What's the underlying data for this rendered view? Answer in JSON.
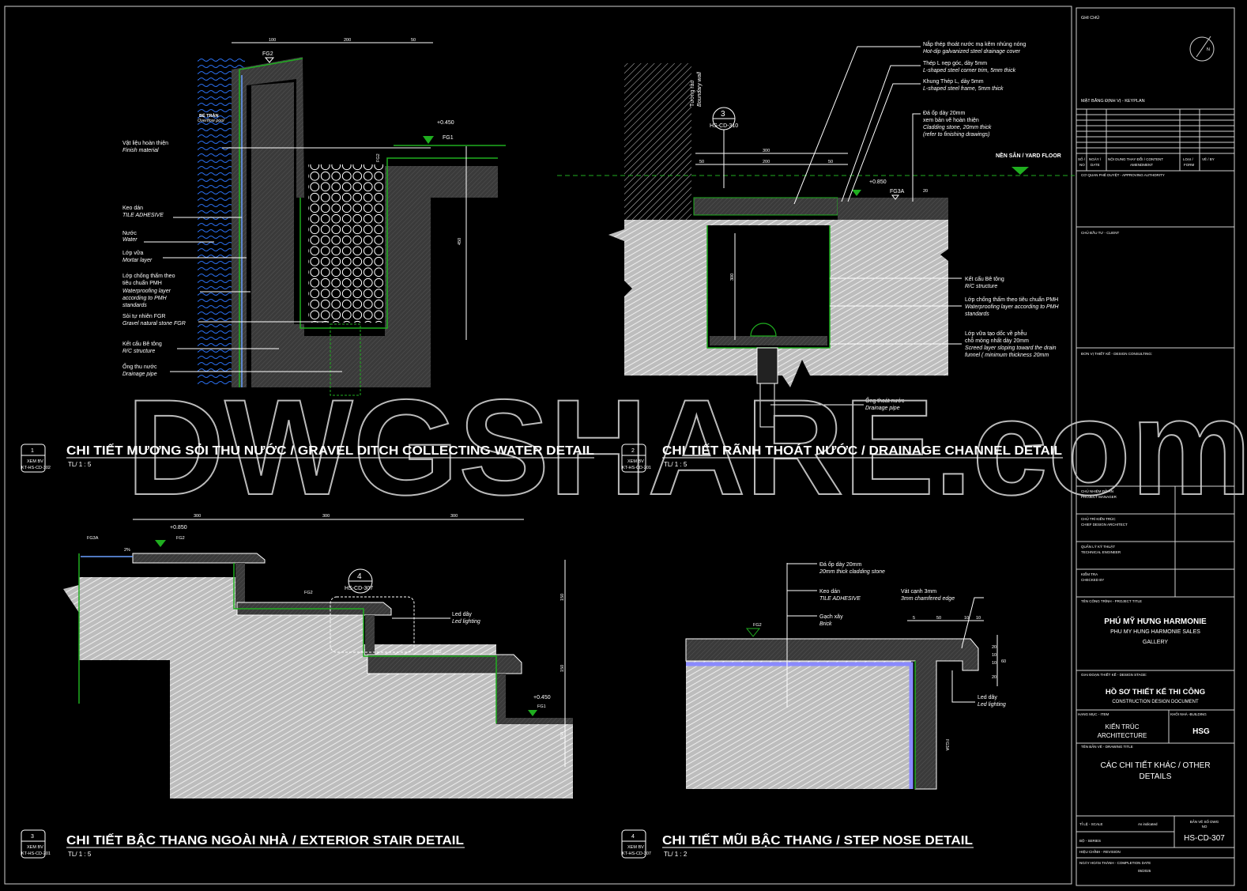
{
  "watermark": "DWGSHARE.com",
  "detail1": {
    "number": "1",
    "ref_label": "XEM BV",
    "ref_sheet": "KT-HS-CD-302",
    "title": "CHI TIẾT MƯƠNG SỎI THU NƯỚC / GRAVEL DITCH COLLECTING WATER DETAIL",
    "scale": "TL/ 1 : 5",
    "pool_vi": "BỂ TRÀN",
    "pool_en": "Overflow pool",
    "level": "+0.450",
    "tag_fg2": "FG2",
    "tag_fg1": "FG1",
    "tag_fg2b": "FG2",
    "dims": [
      "100",
      "200",
      "50",
      "450"
    ],
    "labels": [
      {
        "vi": "Vật liệu hoàn thiện",
        "en": "Finish material"
      },
      {
        "vi": "Keo dán",
        "en": "TILE ADHESIVE"
      },
      {
        "vi": "Nước",
        "en": "Water"
      },
      {
        "vi": "Lớp vữa",
        "en": "Mortar layer"
      },
      {
        "vi": "Lớp chống thấm theo",
        "vi2": "tiêu chuẩn PMH",
        "en": "Waterproofing layer",
        "en2": "according to PMH",
        "en3": "standards"
      },
      {
        "vi": "Sỏi tự nhiên FGR",
        "en": "Gravel natural stone FGR"
      },
      {
        "vi": "Kết cấu Bê tông",
        "en": "R/C structure"
      },
      {
        "vi": "Ống thu nước",
        "en": "Drainage pipe"
      }
    ]
  },
  "detail2": {
    "number": "2",
    "ref_label": "XEM BV",
    "ref_sheet": "KT-HS-CD-201",
    "title": "CHI TIẾT RÃNH THOÁT NƯỚC / DRAINAGE CHANNEL DETAIL",
    "scale": "TL/ 1 : 5",
    "wall_vi": "Tường rào",
    "wall_en": "Boundary wall",
    "callout_number": "3",
    "callout_sheet": "HS-CD-310",
    "level": "+0.850",
    "tag": "FG3A",
    "yard_floor": "NỀN SÂN / YARD FLOOR",
    "dims": [
      "300",
      "50",
      "200",
      "50",
      "20",
      "300"
    ],
    "labels": [
      {
        "vi": "Nắp thép thoát nước mạ kẽm nhúng nóng",
        "en": "Hot-dip galvanized steel drainage cover"
      },
      {
        "vi": "Thép L nẹp góc, dày 5mm",
        "en": "L-shaped steel corner trim, 5mm thick"
      },
      {
        "vi": "Khung Thép L, dày 5mm",
        "en": "L-shaped steel frame, 5mm thick"
      },
      {
        "vi": "Đá ốp dày 20mm",
        "vi2": "xem bản vẽ hoàn thiện",
        "en": "Cladding stone, 20mm thick",
        "en2": "(refer to finishing drawings)"
      },
      {
        "vi": "Kết cấu Bê tông",
        "en": "R/C structure"
      },
      {
        "vi": "Lớp chống thấm theo tiêu chuẩn PMH",
        "en": "Waterproofing layer according to PMH",
        "en2": "standards"
      },
      {
        "vi": "Lớp vữa tạo dốc về phễu",
        "vi2": "chỗ mỏng nhất dày 20mm",
        "en": "Screed layer sloping toward the drain",
        "en2": "funnel ( minimum thickness 20mm"
      },
      {
        "vi": "Ống thoát nước",
        "en": "Drainage pipe"
      }
    ]
  },
  "detail3": {
    "number": "3",
    "ref_label": "XEM BV",
    "ref_sheet": "KT-HS-CD-201",
    "title": "CHI TIẾT BẬC THANG NGOÀI NHÀ / EXTERIOR STAIR DETAIL",
    "scale": "TL/ 1 : 5",
    "level_top": "+0.850",
    "level_bottom": "+0.450",
    "tag_fg3a": "FG3A",
    "tag_fg2": "FG2",
    "tag_fg1": "FG1",
    "callout_number": "4",
    "callout_sheet": "HS-CD-307",
    "led_vi": "Led dây",
    "led_en": "Led lighting",
    "dims": [
      "300",
      "300",
      "300",
      "150",
      "150",
      "150",
      "2%"
    ]
  },
  "detail4": {
    "number": "4",
    "ref_label": "XEM BV",
    "ref_sheet": "KT-HS-CD-307",
    "title": "CHI TIẾT MŨI BẬC THANG / STEP NOSE DETAIL",
    "scale": "TL/ 1 : 2",
    "tag_fg2": "FG2",
    "tag_fg3a": "FG3A",
    "labels": [
      {
        "vi": "Đá ốp dày 20mm",
        "en": "20mm thick cladding stone"
      },
      {
        "vi": "Keo dán",
        "en": "TILE ADHESIVE"
      },
      {
        "vi": "Gạch xây",
        "en": "Brick"
      },
      {
        "vi": "Vát cạnh 3mm",
        "en": "3mm chamfered edge"
      },
      {
        "vi": "Led dây",
        "en": "Led lighting"
      }
    ],
    "dims": [
      "5",
      "50",
      "10",
      "10",
      "20",
      "10",
      "10",
      "20",
      "60"
    ]
  },
  "title_block": {
    "notes": "GHI CHÚ",
    "north": "N",
    "keyplan": "MẶT BẰNG ĐỊNH VỊ - KEYPLAN",
    "rev_headers": [
      {
        "l1": "SỐ /",
        "l2": "NO"
      },
      {
        "l1": "NGÀY /",
        "l2": "DATE"
      },
      {
        "l1": "NỘI DUNG THAY ĐỔI / CONTENT",
        "l2": "AMENDMENT"
      },
      {
        "l1": "LOẠI /",
        "l2": "FORM"
      },
      {
        "l1": "VẼ / BY",
        "l2": ""
      }
    ],
    "approving": "CƠ QUAN PHÊ DUYỆT - APPROVING AUTHORITY",
    "client": "CHỦ ĐẦU TƯ - CLIENT",
    "consulting": "ĐƠN VỊ THIẾT KẾ - DESIGN CONSULTING:",
    "roles": [
      {
        "vi": "CHỦ NHIỆM ĐỒ ÁN",
        "en": "PROJECT MANAGER"
      },
      {
        "vi": "CHỦ TRÌ KIẾN TRÚC",
        "en": "CHIEF DESIGN ARCHITECT"
      },
      {
        "vi": "QUẢN LÝ KỸ THUẬT",
        "en": "TECHNICAL ENGINEER"
      },
      {
        "vi": "KIỂM TRA",
        "en": "CHECKED BY"
      }
    ],
    "project_label": "TÊN CÔNG TRÌNH - PROJECT TITLE",
    "project_vi": "PHÚ MỸ HƯNG HARMONIE",
    "project_en1": "PHU MY HUNG HARMONIE SALES",
    "project_en2": "GALLERY",
    "stage_label": "GIAI ĐOẠN THIẾT KẾ - DESIGN STAGE:",
    "stage_vi": "HỒ SƠ THIẾT KẾ THI CÔNG",
    "stage_en": "CONSTRUCTION DESIGN DOCUMENT",
    "item_label": "HẠNG MỤC - ITEM",
    "item_vi": "KIẾN TRÚC",
    "item_en": "ARCHITECTURE",
    "building_label": "KHỐI NHÀ -BUILDING",
    "building": "HSG",
    "drawing_title_label": "TÊN BẢN VẼ - DRAWING TITLE",
    "drawing_title1": "CÁC CHI TIẾT KHÁC / OTHER",
    "drawing_title2": "DETAILS",
    "scale_label": "TỈ LỆ - SCALE",
    "scale_value": "As indicated",
    "series_label": "BỘ - SERIES",
    "dwg_no_label1": "BẢN VẼ SỐ DWG",
    "dwg_no_label2": "NO",
    "dwg_no": "HS-CD-307",
    "revision_label": "HIỆU CHỈNH - REVISION",
    "completion_label": "NGÀY HOÀN THÀNH - COMPLETION DATE",
    "completion_date": "05/2025"
  }
}
